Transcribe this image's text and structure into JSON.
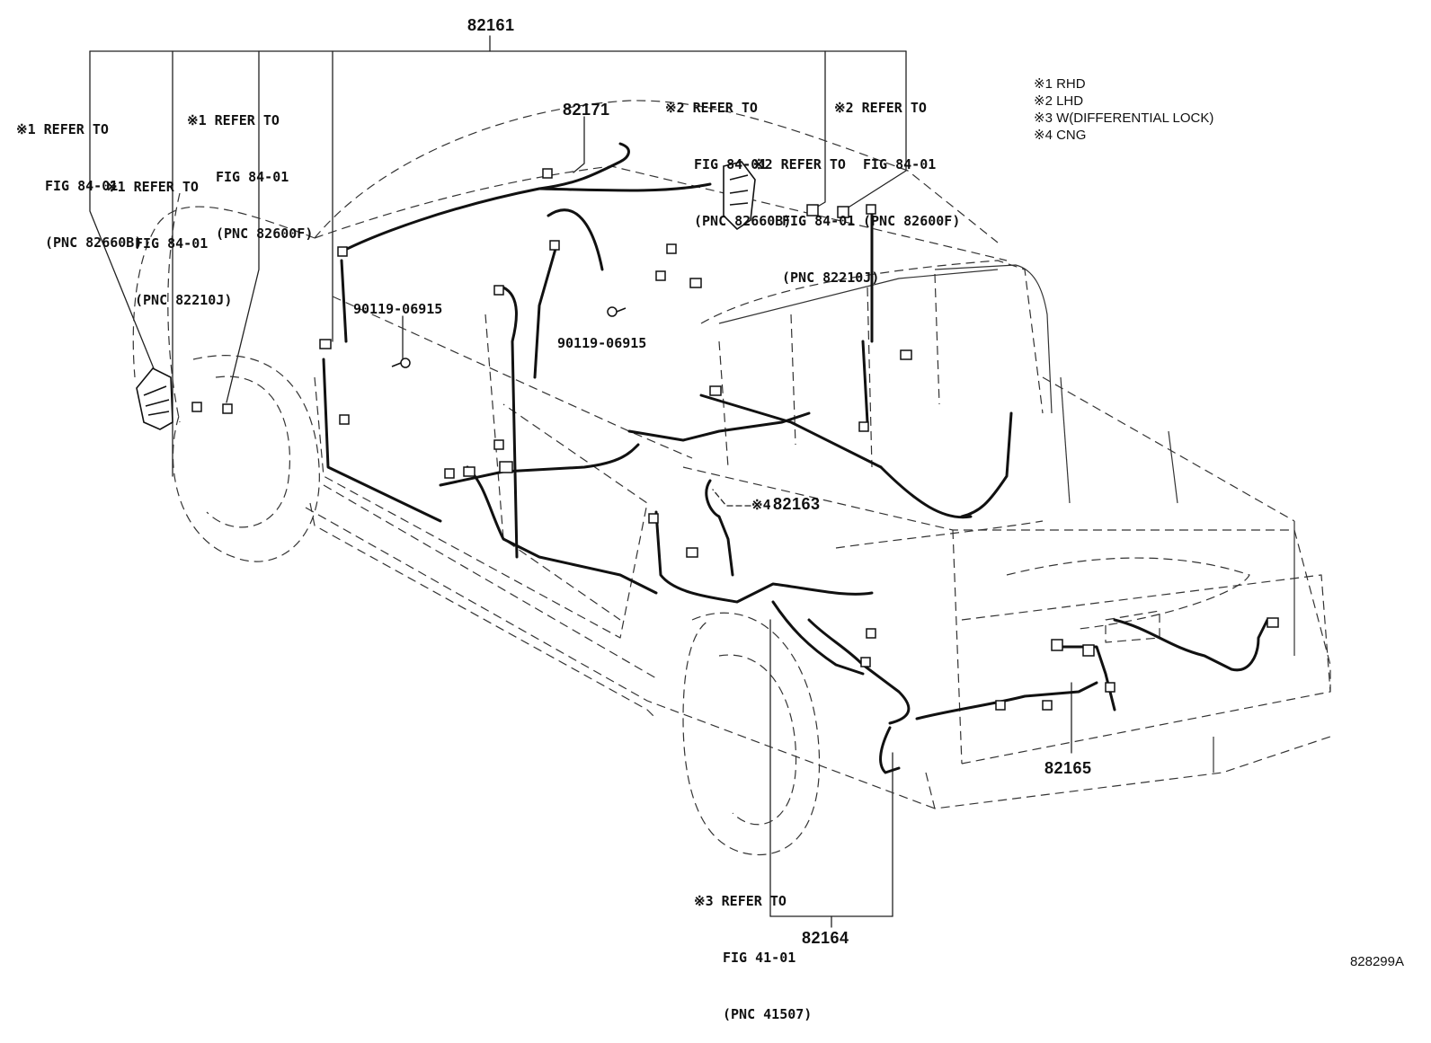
{
  "part_numbers": {
    "p82161": "82161",
    "p82171": "82171",
    "p82163": "82163",
    "p82165": "82165",
    "p82164": "82164",
    "bolt_left": "90119-06915",
    "bolt_center": "90119-06915"
  },
  "notes": {
    "mark_82163": "※4",
    "ref1": [
      "※1 REFER TO",
      "FIG 84-01",
      "(PNC 82660B)"
    ],
    "ref2": [
      "※1 REFER TO",
      "FIG 84-01",
      "(PNC 82600F)"
    ],
    "ref3": [
      "※1 REFER TO",
      "FIG 84-01",
      "(PNC 82210J)"
    ],
    "ref4": [
      "※2 REFER TO",
      "FIG 84-01",
      "(PNC 82660B)"
    ],
    "ref5": [
      "※2 REFER TO",
      "FIG 84-01",
      "(PNC 82600F)"
    ],
    "ref6": [
      "※2 REFER TO",
      "FIG 84-01",
      "(PNC 82210J)"
    ],
    "ref7": [
      "※3 REFER TO",
      "FIG 41-01",
      "(PNC 41507)"
    ]
  },
  "legend": [
    "※1 RHD",
    "※2 LHD",
    "※3 W(DIFFERENTIAL LOCK)",
    "※4 CNG"
  ],
  "diagram_code": "828299A"
}
